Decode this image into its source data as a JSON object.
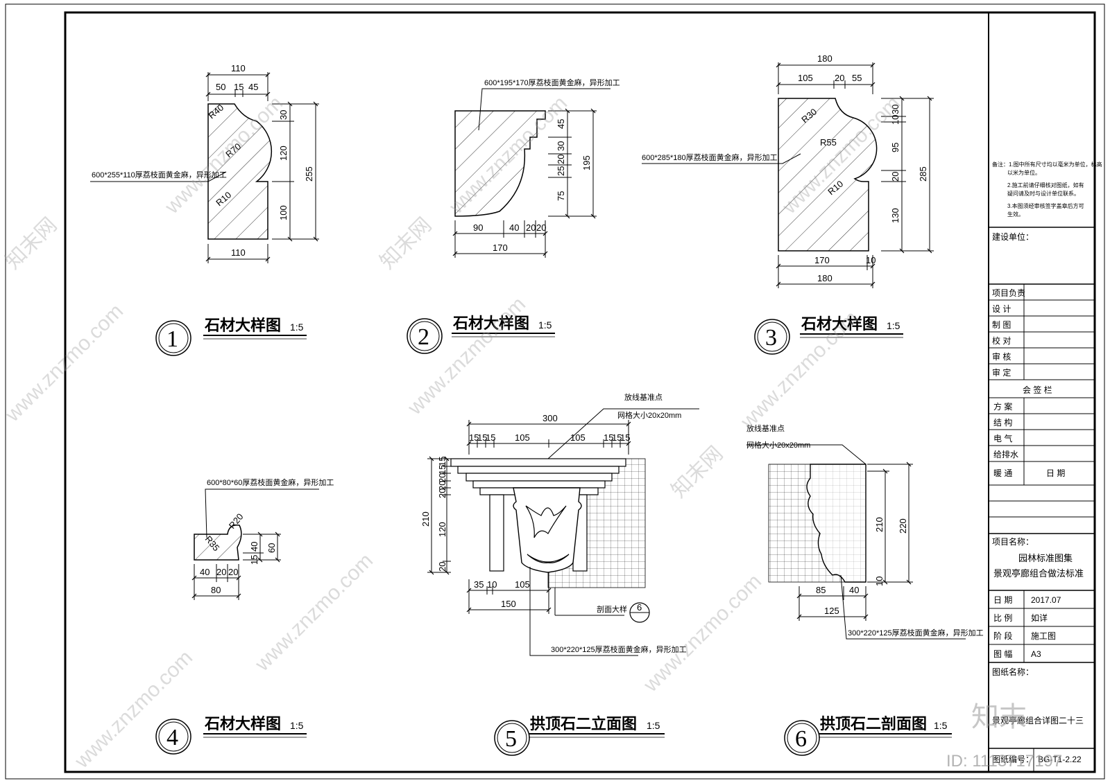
{
  "details": [
    {
      "number": "1",
      "title": "石材大样图",
      "scale": "1:5",
      "note": "600*255*110厚荔枝面黄金麻，异形加工",
      "dims": {
        "top": "110",
        "top_split": [
          "50",
          "15",
          "45"
        ],
        "bottom": "110",
        "right_split": [
          "30",
          "120",
          "100"
        ],
        "right_total": "255"
      },
      "radii": [
        "R40",
        "R70",
        "R10"
      ]
    },
    {
      "number": "2",
      "title": "石材大样图",
      "scale": "1:5",
      "note": "600*195*170厚荔枝面黄金麻，异形加工",
      "dims": {
        "bottom_split": [
          "90",
          "40",
          "20",
          "20"
        ],
        "bottom_total": "170",
        "right_split": [
          "45",
          "30",
          "20",
          "25",
          "75"
        ],
        "right_total": "195"
      }
    },
    {
      "number": "3",
      "title": "石材大样图",
      "scale": "1:5",
      "note": "600*285*180厚荔枝面黄金麻，异形加工",
      "dims": {
        "top_total": "180",
        "top_split": [
          "105",
          "20",
          "55"
        ],
        "bottom_split": [
          "170",
          "10"
        ],
        "bottom_total": "180",
        "right_split": [
          "30",
          "10",
          "95",
          "20",
          "130"
        ],
        "right_total": "285"
      },
      "radii": [
        "R30",
        "R55",
        "R10"
      ]
    },
    {
      "number": "4",
      "title": "石材大样图",
      "scale": "1:5",
      "note": "600*80*60厚荔枝面黄金麻，异形加工",
      "dims": {
        "bottom_split": [
          "40",
          "20",
          "20"
        ],
        "bottom_total": "80",
        "right_split": [
          "40",
          "15"
        ],
        "right_total": "60"
      },
      "radii": [
        "R20",
        "R35"
      ]
    },
    {
      "number": "5",
      "title": "拱顶石二立面图",
      "scale": "1:5",
      "note_grid_label": "放线基准点",
      "note_grid": "网格大小20x20mm",
      "note": "300*220*125厚荔枝面黄金麻，异形加工",
      "section_ref": "剖面大样",
      "section_ref_num": "6",
      "dims": {
        "top_total": "300",
        "top_split": [
          "15",
          "15",
          "15",
          "105",
          "105",
          "15",
          "15",
          "15"
        ],
        "left_split": [
          "15",
          "15",
          "20",
          "20",
          "20",
          "120",
          "20"
        ],
        "left_total": "210",
        "bottom_split": [
          "35",
          "10",
          "105"
        ],
        "bottom_total": "150"
      }
    },
    {
      "number": "6",
      "title": "拱顶石二剖面图",
      "scale": "1:5",
      "note_grid_label": "放线基准点",
      "note_grid": "网格大小20x20mm",
      "note": "300*220*125厚荔枝面黄金麻，异形加工",
      "dims": {
        "right_inner": "210",
        "right_total": "220",
        "right_small": "10",
        "bottom_split": [
          "85",
          "40"
        ],
        "bottom_total": "125"
      }
    }
  ],
  "title_block": {
    "remarks": [
      "备注：1.图中所有尺寸均以毫米为单位，标高",
      "以米为单位。",
      "2.施工前请仔细核对图纸，如有",
      "疑问请及时与设计单位联系。",
      "3.本图须经审核签字盖章后方可",
      "生效。"
    ],
    "build_unit": "建设单位：",
    "roles": [
      "项目负责",
      "设    计",
      "制    图",
      "校    对",
      "审    核",
      "审    定"
    ],
    "countersign": "会  签  栏",
    "disciplines": [
      "方  案",
      "结  构",
      "电  气",
      "给排水",
      "暖  通"
    ],
    "date_col": "日  期",
    "project_label": "项目名称：",
    "project_name_1": "园林标准图集",
    "project_name_2": "景观亭廊组合做法标准",
    "meta": [
      {
        "label": "日  期",
        "value": "2017.07"
      },
      {
        "label": "比  例",
        "value": "如详"
      },
      {
        "label": "阶  段",
        "value": "施工图"
      },
      {
        "label": "图  幅",
        "value": "A3"
      }
    ],
    "drawing_label": "图纸名称：",
    "drawing_name": "景观亭廊组合详图二十三",
    "drawing_no_label": "图纸编号：",
    "drawing_no": "BG-T1-2.22"
  },
  "watermark": {
    "site": "www.znzmo.com",
    "brand": "知末网",
    "logo": "知末",
    "id": "ID: 1113717197"
  },
  "colors": {
    "line": "#000000",
    "grid": "#000000",
    "watermark": "#9a9a9a"
  }
}
